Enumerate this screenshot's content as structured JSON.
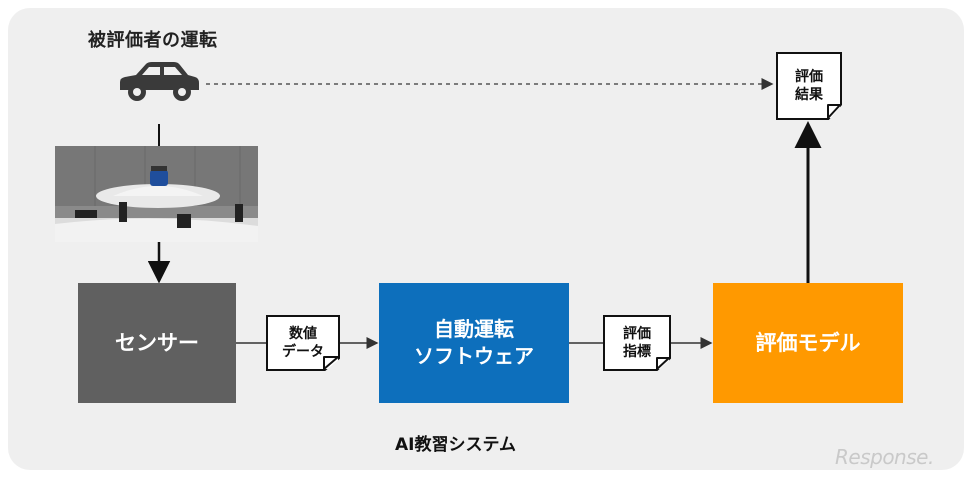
{
  "header": {
    "driver_label": "被評価者の運転"
  },
  "blocks": {
    "sensor": "センサー",
    "software_line1": "自動運転",
    "software_line2": "ソフトウェア",
    "model": "評価モデル"
  },
  "docs": {
    "numeric_line1": "数値",
    "numeric_line2": "データ",
    "index_line1": "評価",
    "index_line2": "指標",
    "result_line1": "評価",
    "result_line2": "結果"
  },
  "footer": {
    "system_label": "AI教習システム"
  },
  "watermark": {
    "text": "Response."
  },
  "icons": [
    "car-icon",
    "lidar-photo"
  ],
  "colors": {
    "sensor": "#606060",
    "software": "#0d6fbc",
    "model": "#ff9900"
  }
}
